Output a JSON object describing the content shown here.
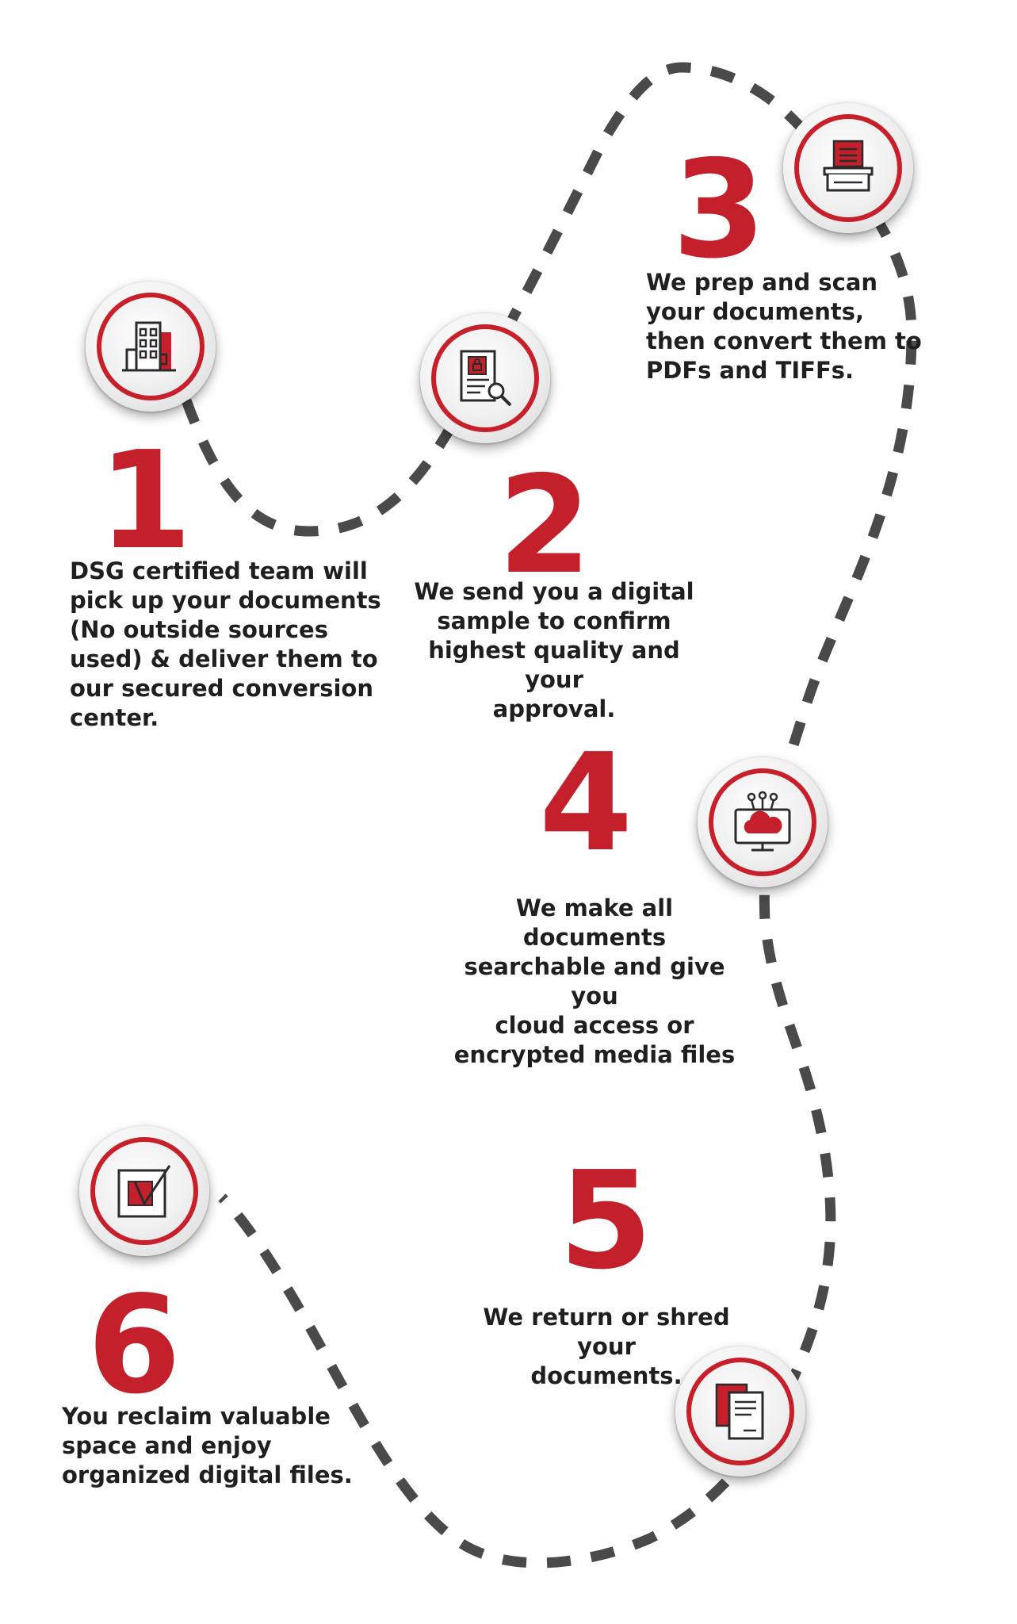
{
  "theme": {
    "accent": "#c3202b",
    "text": "#1f1f1f",
    "path": "#4a4a4a"
  },
  "steps": [
    {
      "number": "1",
      "icon": "office-building-icon",
      "text": "DSG certified team will\npick up your documents\n(No outside sources\nused) & deliver them to\nour secured conversion\ncenter."
    },
    {
      "number": "2",
      "icon": "document-search-icon",
      "text": "We send you a digital\nsample to confirm\nhighest quality and your\napproval."
    },
    {
      "number": "3",
      "icon": "scanner-icon",
      "text": "We prep and scan\nyour documents,\nthen convert them to\nPDFs and TIFFs."
    },
    {
      "number": "4",
      "icon": "cloud-monitor-icon",
      "text": "We make all documents\nsearchable and give you\ncloud access or\nencrypted media files"
    },
    {
      "number": "5",
      "icon": "documents-stack-icon",
      "text": "We return or shred your\ndocuments."
    },
    {
      "number": "6",
      "icon": "checkbox-icon",
      "text": "You reclaim valuable\nspace and enjoy\norganized digital files."
    }
  ]
}
